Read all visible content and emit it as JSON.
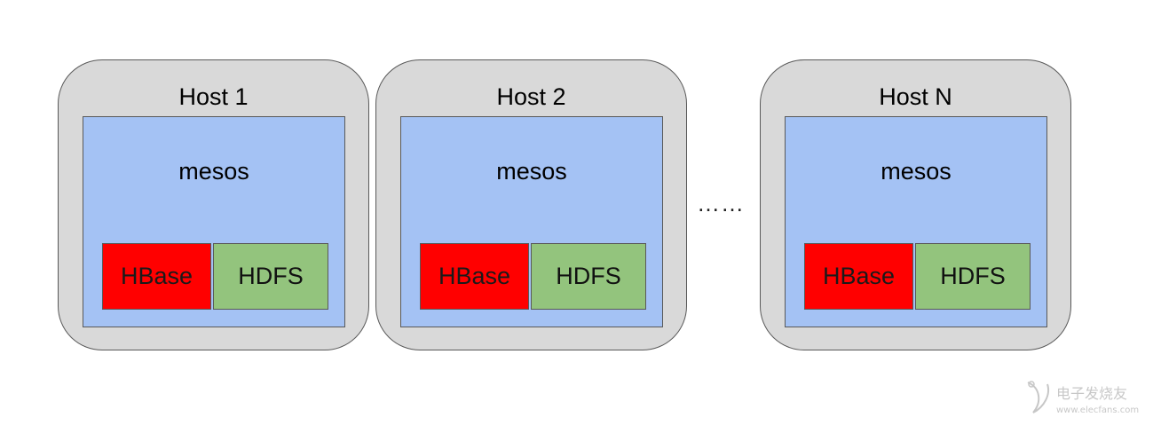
{
  "hosts": [
    {
      "title": "Host 1",
      "platform": "mesos",
      "services": [
        "HBase",
        "HDFS"
      ]
    },
    {
      "title": "Host 2",
      "platform": "mesos",
      "services": [
        "HBase",
        "HDFS"
      ]
    },
    {
      "title": "Host N",
      "platform": "mesos",
      "services": [
        "HBase",
        "HDFS"
      ]
    }
  ],
  "ellipsis": "……",
  "colors": {
    "host_bg": "#d9d9d9",
    "mesos_bg": "#a4c2f4",
    "hbase_bg": "#ff0000",
    "hdfs_bg": "#93c47d",
    "border": "#595959"
  },
  "watermark": {
    "site": "www.elecfans.com"
  }
}
